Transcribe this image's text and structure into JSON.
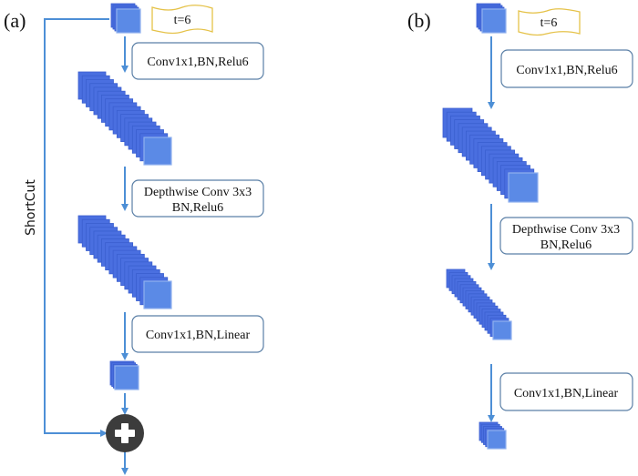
{
  "panels": [
    {
      "id": "a",
      "label": "(a)",
      "expansion_tag": "t=6",
      "steps": [
        {
          "lines": [
            "Conv1x1,BN,Relu6"
          ]
        },
        {
          "lines": [
            "Depthwise Conv 3x3",
            "BN,Relu6"
          ]
        },
        {
          "lines": [
            "Conv1x1,BN,Linear"
          ]
        }
      ],
      "shortcut_label": "ShortCut",
      "add_symbol": "+"
    },
    {
      "id": "b",
      "label": "(b)",
      "expansion_tag": "t=6",
      "steps": [
        {
          "lines": [
            "Conv1x1,BN,Relu6"
          ]
        },
        {
          "lines": [
            "Depthwise Conv 3x3",
            "BN,Relu6"
          ]
        },
        {
          "lines": [
            "Conv1x1,BN,Linear"
          ]
        }
      ]
    }
  ],
  "colors": {
    "cube_face": "#5b8ae6",
    "cube_edge": "#3a5fcf",
    "arrow": "#4d8fd6",
    "box_border": "#5a7fa6",
    "tag_border": "#e5c249",
    "add_node": "#3c3c3c"
  }
}
